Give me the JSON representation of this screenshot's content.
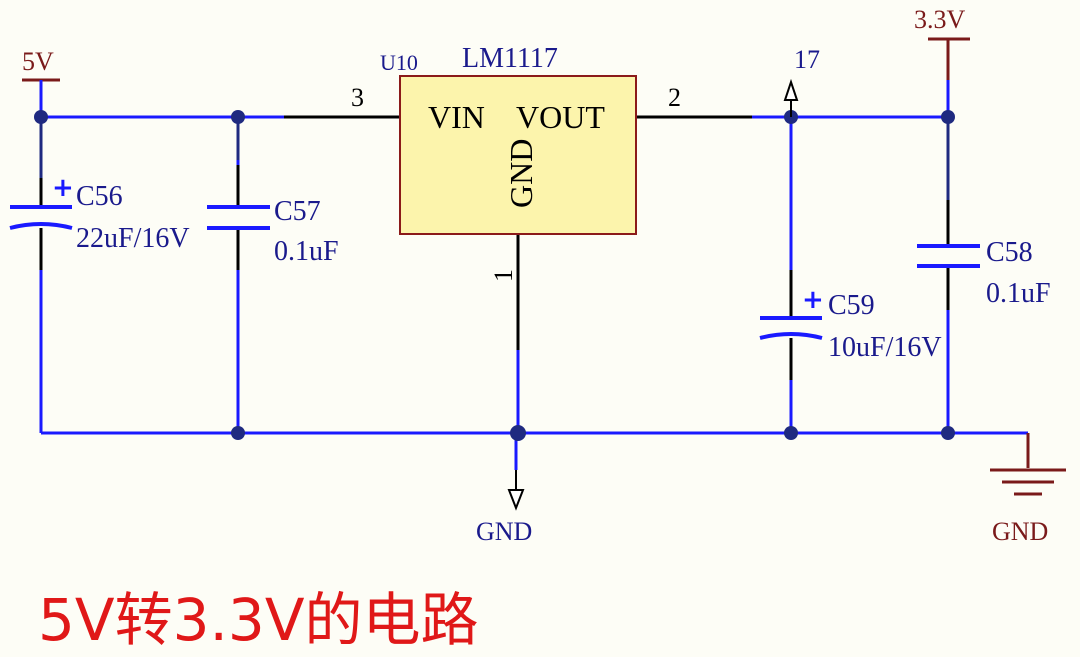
{
  "power": {
    "in_label": "5V",
    "out_label": "3.3V"
  },
  "regulator": {
    "designator": "U10",
    "part": "LM1117",
    "pin_vin": "VIN",
    "pin_vout": "VOUT",
    "pin_gnd": "GND",
    "pin3": "3",
    "pin2": "2",
    "pin1": "1"
  },
  "net_label": "17",
  "capacitors": {
    "c56": {
      "name": "C56",
      "value": "22uF/16V",
      "polarity": "+"
    },
    "c57": {
      "name": "C57",
      "value": "0.1uF"
    },
    "c59": {
      "name": "C59",
      "value": "10uF/16V",
      "polarity": "+"
    },
    "c58": {
      "name": "C58",
      "value": "0.1uF"
    }
  },
  "ground": {
    "port_label": "GND",
    "symbol_label": "GND"
  },
  "caption": "5V转3.3V的电路",
  "colors": {
    "background": "#fdfdf6",
    "wire": "#1a1aff",
    "wire_dark": "#1f2a80",
    "pin": "#000000",
    "power_symbol": "#7a1a1a",
    "label_blue": "#1a1a8c",
    "ic_fill": "#fcf4ac",
    "ic_border": "#8b1a1a",
    "caption": "#e01818"
  }
}
